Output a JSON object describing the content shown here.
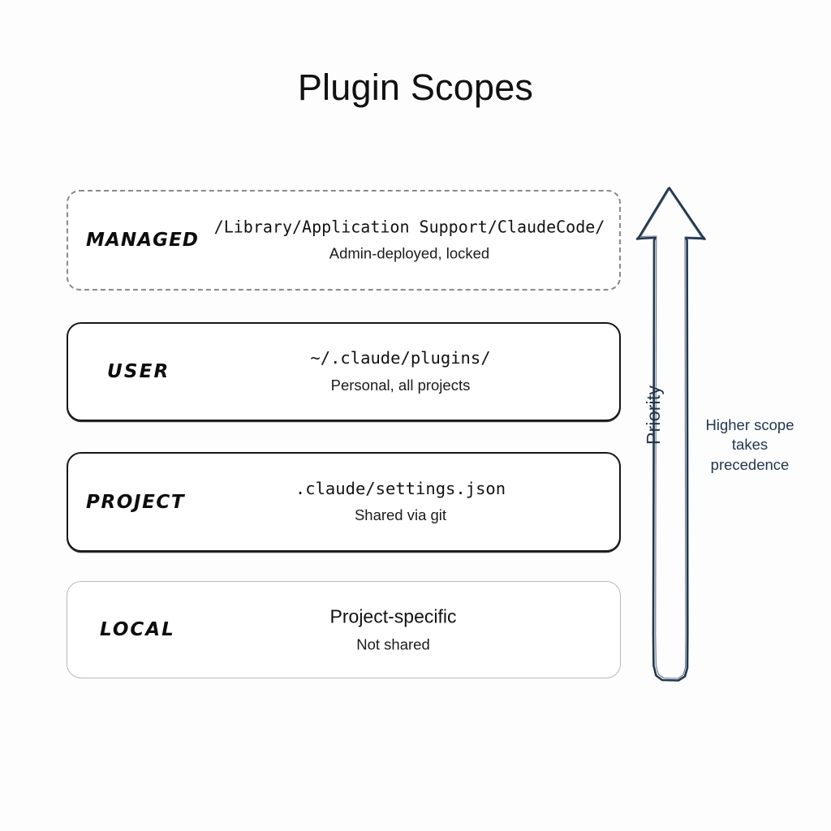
{
  "title": "Plugin Scopes",
  "scopes": [
    {
      "name": "MANAGED",
      "path": "/Library/Application Support/ClaudeCode/",
      "description": "Admin-deployed, locked",
      "style": "dashed",
      "path_mono": true
    },
    {
      "name": "USER",
      "path": "~/.claude/plugins/",
      "description": "Personal, all projects",
      "style": "bold",
      "path_mono": true
    },
    {
      "name": "PROJECT",
      "path": ".claude/settings.json",
      "description": "Shared via git",
      "style": "bold",
      "path_mono": true
    },
    {
      "name": "LOCAL",
      "path": "Project-specific",
      "description": "Not shared",
      "style": "light",
      "path_mono": false
    }
  ],
  "arrow": {
    "icon": "up-arrow-icon",
    "axis_label": "Priority",
    "note": "Higher scope takes precedence",
    "note_line1": "Higher scope",
    "note_line2": "takes",
    "note_line3": "precedence"
  },
  "colors": {
    "background": "#fdfdfd",
    "title": "#111111",
    "arrow_navy": "#22374f",
    "border_dashed": "#8a8a8a",
    "border_bold": "#161616",
    "border_light": "#b9b9b9",
    "text": "#121212"
  }
}
